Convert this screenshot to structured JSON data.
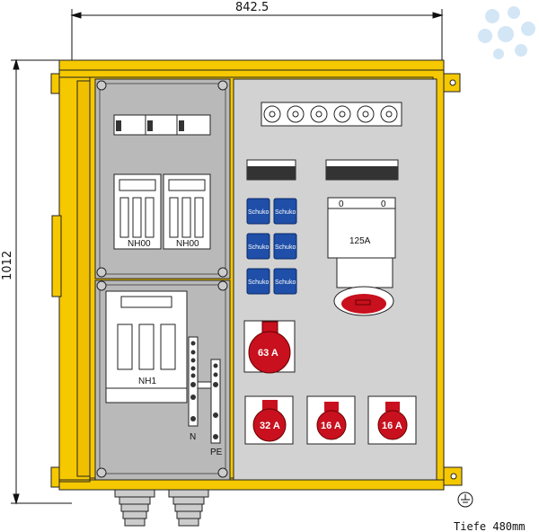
{
  "dimensions": {
    "width": "842.5",
    "height": "1012",
    "depth": "Tiefe 480mm"
  },
  "left_panel": {
    "fuse_labels": [
      "NH00",
      "NH00"
    ],
    "main_fuse": "NH1",
    "neutral_label": "N",
    "earth_label": "PE"
  },
  "right_panel": {
    "schuko_labels": [
      "Schuko",
      "Schuko",
      "Schuko",
      "Schuko",
      "Schuko",
      "Schuko"
    ],
    "switch_label": "125A",
    "switch_marks": [
      "0",
      "0"
    ],
    "cee_sockets": [
      "63 A",
      "32 A",
      "16 A",
      "16 A"
    ]
  },
  "colors": {
    "enclosure": "#f5c800",
    "panel_left": "#b9b9b9",
    "panel_right": "#d2d2d2",
    "schuko": "#1f4fa8",
    "cee": "#c8101e",
    "logo": "#cfe3f5"
  }
}
